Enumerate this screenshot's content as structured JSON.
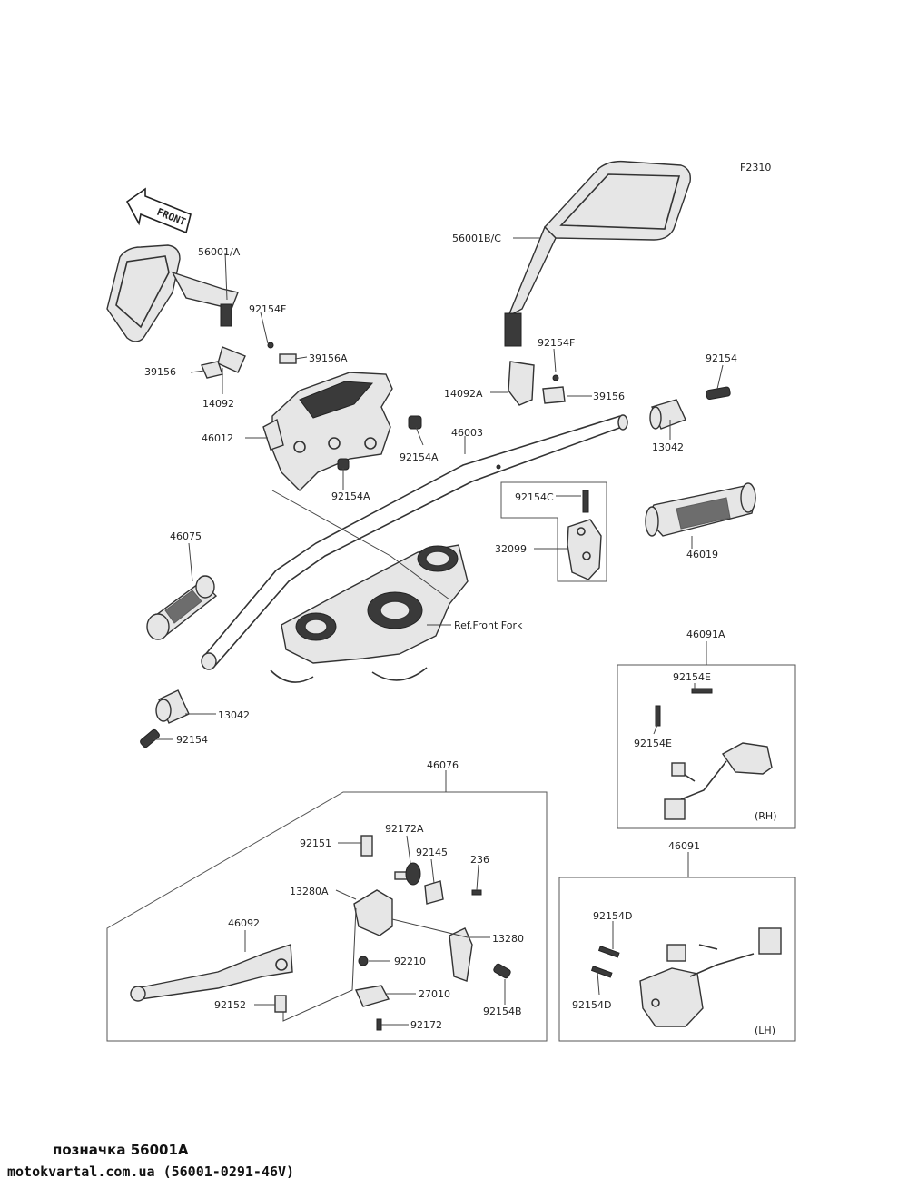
{
  "figure_code": "F2310",
  "front_arrow_text": "FRONT",
  "labels": {
    "p56001A": "56001/A",
    "p92154F_l": "92154F",
    "p39156A": "39156A",
    "p39156_l": "39156",
    "p14092": "14092",
    "p46012": "46012",
    "p92154A_1": "92154A",
    "p92154A_2": "92154A",
    "p46003": "46003",
    "p56001BC": "56001B/C",
    "p92154F_r": "92154F",
    "p14092A": "14092A",
    "p39156_r": "39156",
    "p92154_r": "92154",
    "p13042_r": "13042",
    "p92154C": "92154C",
    "p32099": "32099",
    "p46019": "46019",
    "p46075": "46075",
    "pRefFork": "Ref.Front Fork",
    "p13042_l": "13042",
    "p92154_l": "92154",
    "p46091A": "46091A",
    "p92154E_1": "92154E",
    "p92154E_2": "92154E",
    "pRH": "(RH)",
    "p46076": "46076",
    "p92151": "92151",
    "p92172A": "92172A",
    "p92145": "92145",
    "p236": "236",
    "p13280A": "13280A",
    "p46092": "46092",
    "p13280": "13280",
    "p92210": "92210",
    "p27010": "27010",
    "p92152": "92152",
    "p92154B": "92154B",
    "p92172": "92172",
    "p46091": "46091",
    "p92154D_1": "92154D",
    "p92154D_2": "92154D",
    "pLH": "(LH)"
  },
  "footer": {
    "caption": "позначка 56001A",
    "site": "motokvartal.com.ua (56001-0291-46V)"
  }
}
